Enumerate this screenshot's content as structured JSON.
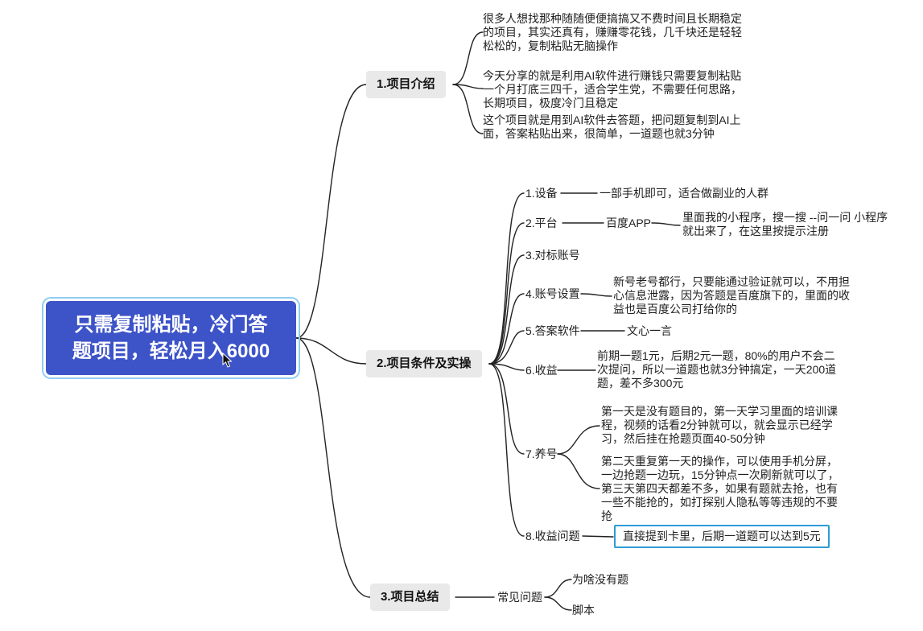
{
  "root": {
    "label": "只需复制粘贴，冷门答题项目，轻松月入6000"
  },
  "branches": [
    {
      "label": "1.项目介绍",
      "notes": [
        "很多人想找那种随随便便搞搞又不费时间且长期稳定的项目，其实还真有，赚赚零花钱，几千块还是轻轻松松的，复制粘贴无脑操作",
        "今天分享的就是利用AI软件进行赚钱只需要复制粘贴一个月打底三四千，适合学生党，不需要任何思路，长期项目，极度冷门且稳定",
        "这个项目就是用到AI软件去答题，把问题复制到AI上面，答案粘贴出来，很简单，一道题也就3分钟"
      ]
    },
    {
      "label": "2.项目条件及实操",
      "items": [
        {
          "label": "1.设备",
          "child": "一部手机即可，适合做副业的人群"
        },
        {
          "label": "2.平台",
          "child": "百度APP",
          "grandchild": "里面我的小程序，搜一搜 --问一问 小程序就出来了，在这里按提示注册"
        },
        {
          "label": "3.对标账号"
        },
        {
          "label": "4.账号设置",
          "child": "新号老号都行，只要能通过验证就可以，不用担心信息泄露，因为答题是百度旗下的，里面的收益也是百度公司打给你的"
        },
        {
          "label": "5.答案软件",
          "child": "文心一言"
        },
        {
          "label": "6.收益",
          "child": "前期一题1元，后期2元一题，80%的用户不会二次提问，所以一道题也就3分钟搞定，一天200道题，差不多300元"
        },
        {
          "label": "7.养号",
          "children": [
            "第一天是没有题目的，第一天学习里面的培训课程，视频的话看2分钟就可以，就会显示已经学习，然后挂在抢题页面40-50分钟",
            "第二天重复第一天的操作，可以使用手机分屏，一边抢题一边玩，15分钟点一次刷新就可以了，第三天第四天都差不多，如果有题就去抢，也有一些不能抢的，如打探别人隐私等等违规的不要抢"
          ]
        },
        {
          "label": "8.收益问题",
          "child": "直接提到卡里，后期一道题可以达到5元"
        }
      ]
    },
    {
      "label": "3.项目总结",
      "items": [
        {
          "label": "常见问题",
          "children": [
            "为啥没有题",
            "脚本"
          ]
        }
      ]
    }
  ],
  "colors": {
    "root_bg": "#3d53c8",
    "root_selection_border": "#90cdf3",
    "branch_bg": "#e9e9e9",
    "connector": "#222222",
    "highlight_box_border": "#2e9bd6"
  }
}
